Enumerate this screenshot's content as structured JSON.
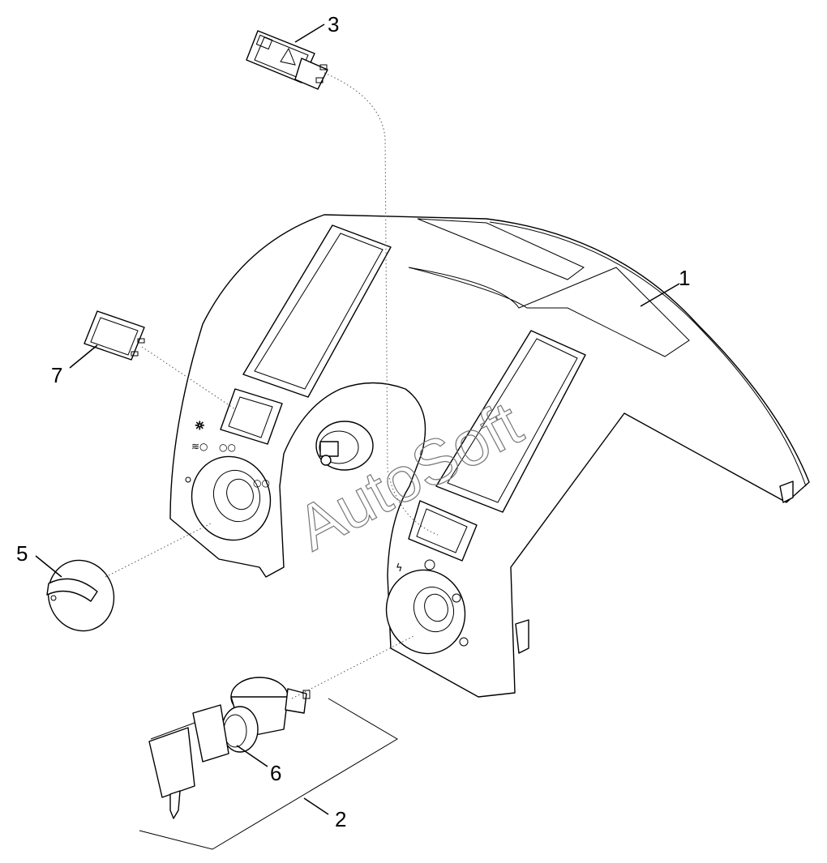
{
  "callouts": [
    {
      "label": "1"
    },
    {
      "label": "2"
    },
    {
      "label": "3"
    },
    {
      "label": "5"
    },
    {
      "label": "6"
    },
    {
      "label": "7"
    }
  ],
  "watermark": "AutoSoft",
  "colors": {
    "line": "#000000",
    "watermark": "#777777",
    "background": "#ffffff"
  }
}
